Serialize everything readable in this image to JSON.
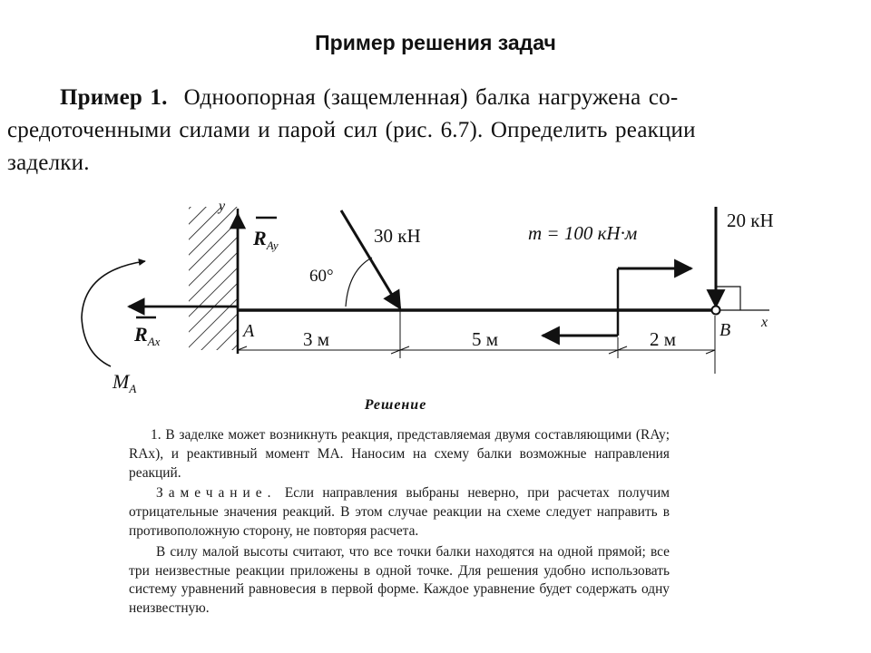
{
  "slide": {
    "title": "Пример решения задач"
  },
  "problem": {
    "lead": "Пример 1.",
    "line1": "Одноопорная (защемленная) балка нагружена со-",
    "line2": "средоточенными силами и парой сил (рис. 6.7). Определить реакции",
    "line3": "заделки."
  },
  "diagram": {
    "axis_y": "y",
    "axis_x": "x",
    "reaction_y": {
      "main": "R",
      "sub": "Ay"
    },
    "reaction_x": {
      "main": "R",
      "sub": "Ax"
    },
    "moment": {
      "main": "M",
      "sub": "A"
    },
    "point_a": "A",
    "point_b": "B",
    "force_angle": "60°",
    "force_inclined": "30 кН",
    "couple": "m = 100 кН·м",
    "force_vertical": "20 кН",
    "dim_1": "3 м",
    "dim_2": "5 м",
    "dim_3": "2 м"
  },
  "solution": {
    "heading": "Решение",
    "p1": "1. В заделке может возникнуть реакция, представляемая двумя составляющими (RAy; RAx), и реактивный момент MA. Наносим на схему балки возможные направления реакций.",
    "note_word": "Замечание.",
    "p2_rest": "Если направления выбраны неверно, при расчетах получим отрицательные значения реакций. В этом случае реакции на схеме следует направить в противоположную сторону, не повторяя расчета.",
    "p3": "В силу малой высоты считают, что все точки балки находятся на одной прямой; все три неизвестные реакции приложены в одной точке. Для решения удобно использовать систему уравнений равновесия в первой форме. Каждое уравнение будет содержать одну неизвестную."
  }
}
